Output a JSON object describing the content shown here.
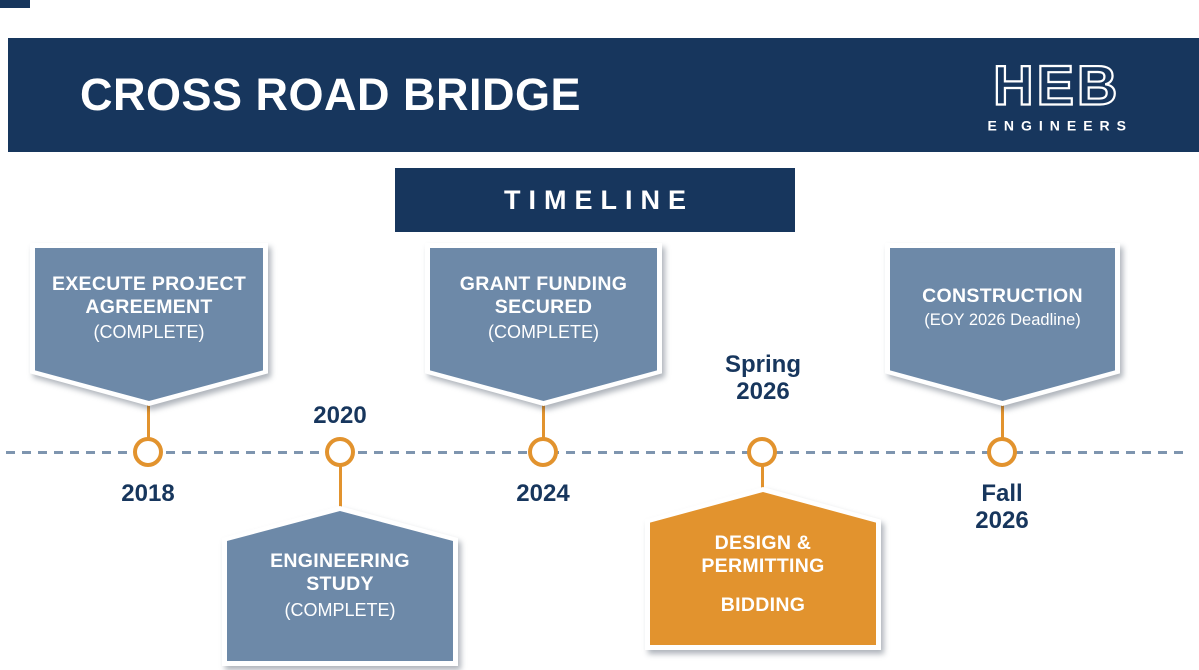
{
  "colors": {
    "navy": "#17365D",
    "slate": "#6D89A8",
    "orange": "#E2932E",
    "line": "#7E95AF"
  },
  "header": {
    "title": "CROSS ROAD BRIDGE",
    "logo_text": "HEB",
    "logo_subtext": "ENGINEERS"
  },
  "timeline": {
    "title": "TIMELINE"
  },
  "milestones": [
    {
      "title": "EXECUTE PROJECT\nAGREEMENT",
      "status": "(COMPLETE)",
      "year": "2018",
      "placement": "above",
      "color": "slate"
    },
    {
      "title": "ENGINEERING\nSTUDY",
      "status": "(COMPLETE)",
      "year": "2020",
      "placement": "below",
      "color": "slate"
    },
    {
      "title": "GRANT FUNDING\nSECURED",
      "status": "(COMPLETE)",
      "year": "2024",
      "placement": "above",
      "color": "slate"
    },
    {
      "title": "DESIGN &\nPERMITTING",
      "status": "BIDDING",
      "year": "Spring\n2026",
      "placement": "below",
      "color": "orange"
    },
    {
      "title": "CONSTRUCTION",
      "status": "(EOY 2026 Deadline)",
      "year": "Fall\n2026",
      "placement": "above",
      "color": "slate"
    }
  ]
}
